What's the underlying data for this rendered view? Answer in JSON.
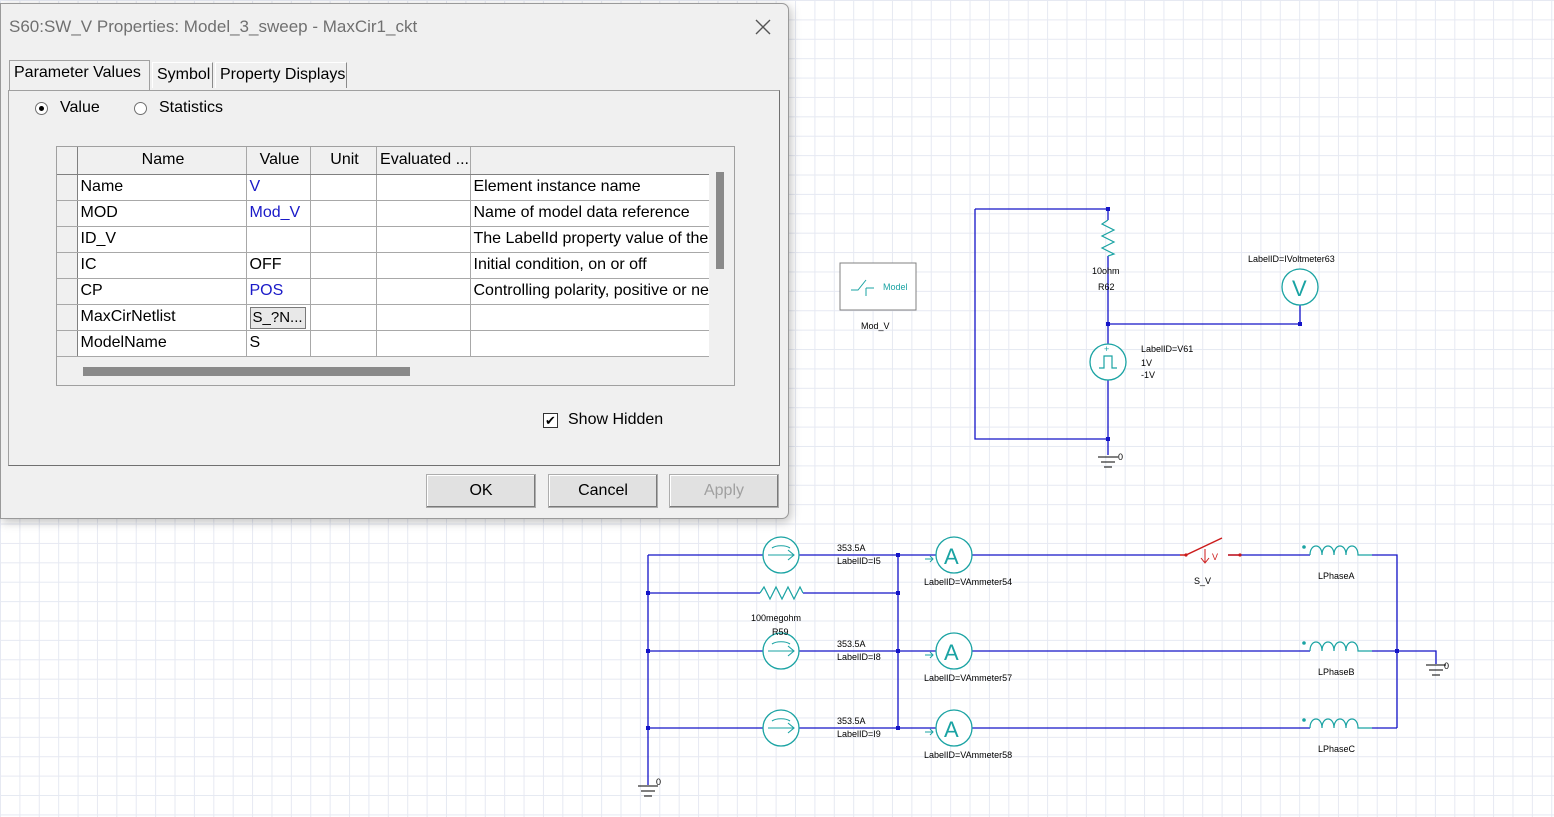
{
  "window": {
    "title": "S60:SW_V Properties: Model_3_sweep - MaxCir1_ckt",
    "close_glyph": "✕"
  },
  "tabs": [
    {
      "label": "Parameter Values",
      "active": true
    },
    {
      "label": "Symbol",
      "active": false
    },
    {
      "label": "Property Displays",
      "active": false
    }
  ],
  "mode_radio": {
    "value_label": "Value",
    "statistics_label": "Statistics",
    "selected": "Value"
  },
  "grid": {
    "columns": [
      "Name",
      "Value",
      "Unit",
      "Evaluated ...",
      ""
    ],
    "rows": [
      {
        "name": "Name",
        "value": "V",
        "unit": "",
        "evaluated": "",
        "description": "Element instance name"
      },
      {
        "name": "MOD",
        "value": "Mod_V",
        "unit": "",
        "evaluated": "",
        "description": "Name of model data reference"
      },
      {
        "name": "ID_V",
        "value": "",
        "unit": "",
        "evaluated": "",
        "description": "The LabelId property value of the"
      },
      {
        "name": "IC",
        "value": "OFF",
        "unit": "",
        "evaluated": "",
        "description": "Initial condition, on or off"
      },
      {
        "name": "CP",
        "value": "POS",
        "unit": "",
        "evaluated": "",
        "description": "Controlling polarity, positive or neg"
      },
      {
        "name": "MaxCirNetlist",
        "value": "S_?N...",
        "unit": "",
        "evaluated": "",
        "description": ""
      },
      {
        "name": "ModelName",
        "value": "S",
        "unit": "",
        "evaluated": "",
        "description": ""
      }
    ]
  },
  "show_hidden": {
    "label": "Show Hidden",
    "checked": true
  },
  "buttons": {
    "ok": "OK",
    "cancel": "Cancel",
    "apply": "Apply"
  },
  "schematic": {
    "model_block": {
      "inner": "Model",
      "label": "Mod_V"
    },
    "resistor_r62": {
      "value": "10ohm",
      "name": "R62"
    },
    "voltmeter": {
      "label": "LabelID=IVoltmeter63",
      "symbol": "V"
    },
    "source_v61": {
      "label": "LabelID=V61",
      "high": "1V",
      "low": "-1V"
    },
    "ground_labels": [
      "0",
      "0",
      "0"
    ],
    "current_sources": [
      {
        "value": "353.5A",
        "label": "LabelID=I5"
      },
      {
        "value": "353.5A",
        "label": "LabelID=I8"
      },
      {
        "value": "353.5A",
        "label": "LabelID=I9"
      }
    ],
    "resistor_r59": {
      "value": "100megohm",
      "name": "R59"
    },
    "ammeters": [
      {
        "label": "LabelID=VAmmeter54",
        "symbol": "A"
      },
      {
        "label": "LabelID=VAmmeter57",
        "symbol": "A"
      },
      {
        "label": "LabelID=VAmmeter58",
        "symbol": "A"
      }
    ],
    "switch": {
      "name": "S_V",
      "ctrl": "V"
    },
    "inductors": [
      "LPhaseA",
      "LPhaseB",
      "LPhaseC"
    ],
    "colors": {
      "wire": "#1414c8",
      "component": "#1aa3a3",
      "switch": "#cc1a1a",
      "text": "#000000"
    }
  }
}
